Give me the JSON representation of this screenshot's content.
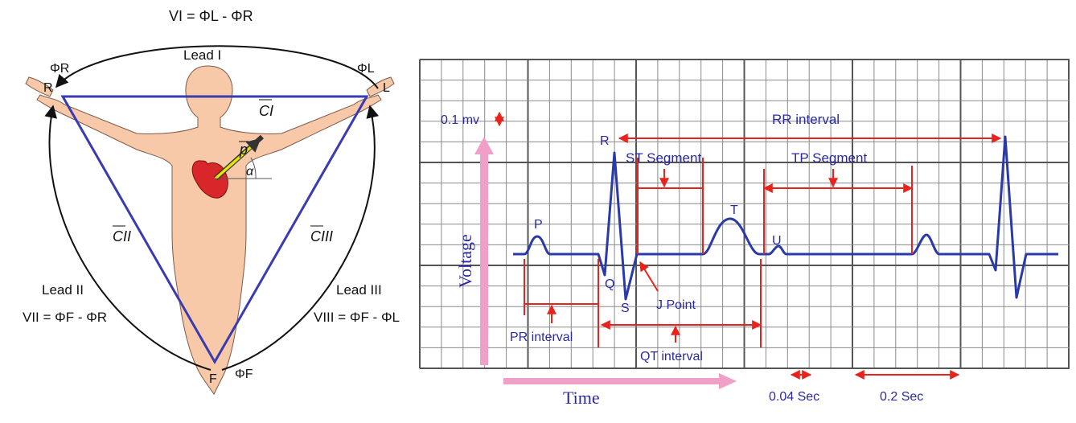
{
  "einthoven": {
    "lead1_formula": "VI = ΦL - ΦR",
    "lead1_label": "Lead I",
    "lead2_label": "Lead II",
    "lead3_label": "Lead III",
    "lead2_formula": "VII = ΦF - ΦR",
    "lead3_formula": "VIII = ΦF - ΦL",
    "node_R": "R",
    "node_L": "L",
    "node_F": "F",
    "phi_R": "ΦR",
    "phi_L": "ΦL",
    "phi_F": "ΦF",
    "vec_C1": "CI",
    "vec_C2": "CII",
    "vec_C3": "CIII",
    "vec_p": "p",
    "angle_alpha": "α"
  },
  "ecg": {
    "scale_mv": "0.1 mv",
    "rr_interval": "RR interval",
    "st_segment": "ST Segment",
    "tp_segment": "TP Segment",
    "wave_P": "P",
    "wave_Q": "Q",
    "wave_R": "R",
    "wave_S": "S",
    "wave_T": "T",
    "wave_U": "U",
    "j_point": "J Point",
    "pr_interval": "PR interval",
    "qt_interval": "QT interval",
    "voltage_axis": "Voltage",
    "time_axis": "Time",
    "scale_004": "0.04 Sec",
    "scale_02": "0.2 Sec"
  },
  "colors": {
    "trace": "#2a3aa8",
    "annotation": "#e8231c",
    "axis_arrow": "#f0a0c8",
    "axis_text": "#2a2aa0",
    "grid_minor": "#8a8a8a",
    "grid_major": "#555555",
    "skin": "#f7c9a9",
    "heart": "#d8262a",
    "dipole": "#e6e600"
  }
}
